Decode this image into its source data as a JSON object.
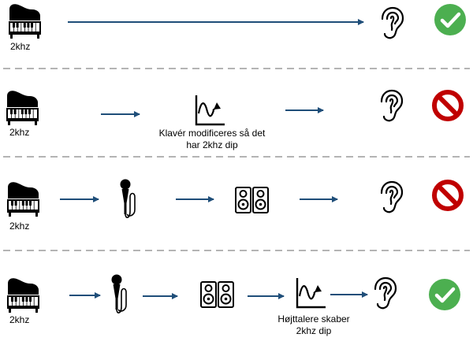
{
  "rows": [
    {
      "source_label": "2khz",
      "note": [],
      "result": "ok"
    },
    {
      "source_label": "2khz",
      "note": [
        "Klavér modificeres så det",
        "har 2khz dip"
      ],
      "result": "blocked"
    },
    {
      "source_label": "2khz",
      "note": [],
      "result": "blocked"
    },
    {
      "source_label": "2khz",
      "note": [
        "Højttalere skaber",
        "2khz dip"
      ],
      "result": "ok"
    }
  ],
  "colors": {
    "arrow": "#1f4e79",
    "ok": "#4caf50",
    "blocked": "#c00000",
    "divider": "#b4b4b4"
  },
  "icons": [
    "grand-piano-icon",
    "microphone-icon",
    "speakers-icon",
    "frequency-dip-icon",
    "ear-icon",
    "checkmark-icon",
    "prohibited-icon"
  ]
}
